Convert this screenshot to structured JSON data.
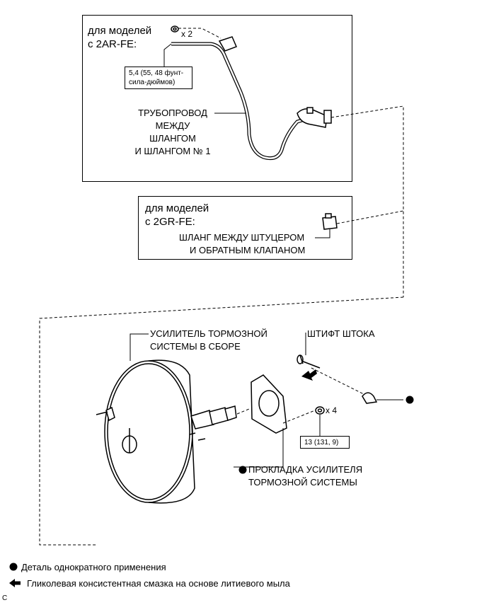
{
  "top_box": {
    "models_line1": "для моделей",
    "models_line2": "с 2AR-FE:",
    "qty": "x 2",
    "torque_line1": "5,4 (55, 48 фунт-",
    "torque_line2": "сила-дюймов)",
    "pipe_label_lines": [
      "ТРУБОПРОВОД",
      "МЕЖДУ",
      "ШЛАНГОМ",
      "И ШЛАНГОМ № 1"
    ]
  },
  "mid_box": {
    "models_line1": "для моделей",
    "models_line2": "с 2GR-FE:",
    "hose_line1": "ШЛАНГ МЕЖДУ ШТУЦЕРОМ",
    "hose_line2": "И ОБРАТНЫМ КЛАПАНОМ"
  },
  "lower": {
    "booster_line1": "УСИЛИТЕЛЬ ТОРМОЗНОЙ",
    "booster_line2": "СИСТЕМЫ В СБОРЕ",
    "pin_label": "ШТИФТ ШТОКА",
    "qty": "x 4",
    "torque": "13 (131, 9)",
    "gasket_line1": "ПРОКЛАДКА УСИЛИТЕЛЯ",
    "gasket_line2": "ТОРМОЗНОЙ СИСТЕМЫ"
  },
  "legend": {
    "item1": "Деталь однократного применения",
    "item2": "Гликолевая консистентная смазка на основе литиевого мыла"
  },
  "footer_code": "C",
  "icons": [
    "non-reusable-part-icon",
    "grease-arrow-icon"
  ]
}
